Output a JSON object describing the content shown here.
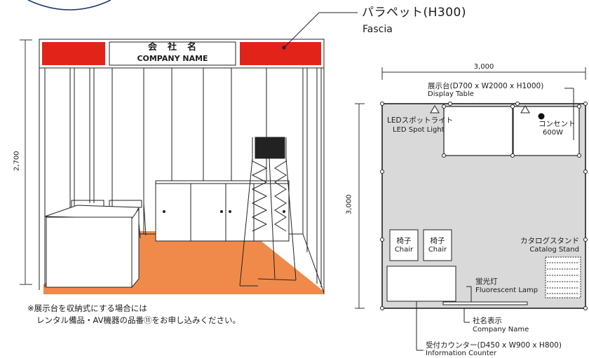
{
  "perspective": {
    "fascia_jp": "パラペット(H300)",
    "fascia_en": "Fascia",
    "company_jp": "会　社　名",
    "company_en": "COMPANY NAME",
    "height_dim": "2,700",
    "note_line1": "※展示台を収納式にする場合には",
    "note_line2": "レンタル備品・AV機器の品番⑪をお申し込みください。"
  },
  "plan": {
    "width_dim": "3,000",
    "depth_dim": "3,000",
    "display_table_jp": "展示台(D700 x W2000 x H1000)",
    "display_table_en": "Display Table",
    "spotlight_jp": "LEDスポットライト",
    "spotlight_en": "LED Spot Light",
    "outlet_num": "⓫",
    "outlet_jp": "コンセント",
    "outlet_en": "600W",
    "chair1_jp": "椅子",
    "chair1_en": "Chair",
    "chair2_jp": "椅子",
    "chair2_en": "Chair",
    "catalog_jp": "カタログスタンド",
    "catalog_en": "Catalog Stand",
    "lamp_jp": "蛍光灯",
    "lamp_en": "Fluorescent Lamp",
    "name_jp": "社名表示",
    "name_en": "Company Name",
    "counter_jp": "受付カウンター(D450 x W900 x H800)",
    "counter_en": "Information Counter"
  },
  "colors": {
    "fascia_red": "#e2231a",
    "floor_orange": "#f08a4b",
    "plan_gray": "#d9d9d9",
    "ring_blue": "#1f3a6b"
  }
}
